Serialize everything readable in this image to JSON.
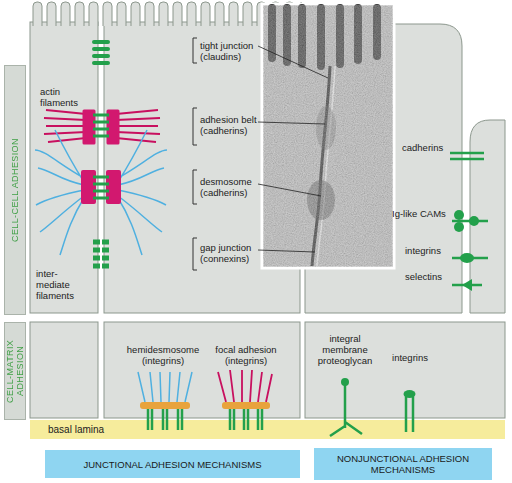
{
  "diagram": {
    "nodes": [
      {
        "text": [
          "CELL-CELL ADHESION"
        ]
      },
      {
        "text": [
          "CELL-MATRIX ADHESION"
        ]
      },
      {
        "text": [
          "basal lamina"
        ]
      },
      {
        "text": [
          "JUNCTIONAL ADHESION MECHANISMS"
        ]
      },
      {
        "text": [
          "NONJUNCTIONAL ADHESION MECHANISMS"
        ]
      }
    ],
    "labels": [
      "actin filaments",
      "inter- mediate filaments",
      "tight junction (claudins)",
      "adhesion belt (cadherins)",
      "desmosome (cadherins)",
      "gap junction (connexins)",
      "cadherins",
      "Ig-like CAMs",
      "integrins",
      "selectins",
      "hemidesmosome (integrins)",
      "focal adhesion (integrins)",
      "integral membrane proteoglycan",
      "integrins"
    ]
  }
}
